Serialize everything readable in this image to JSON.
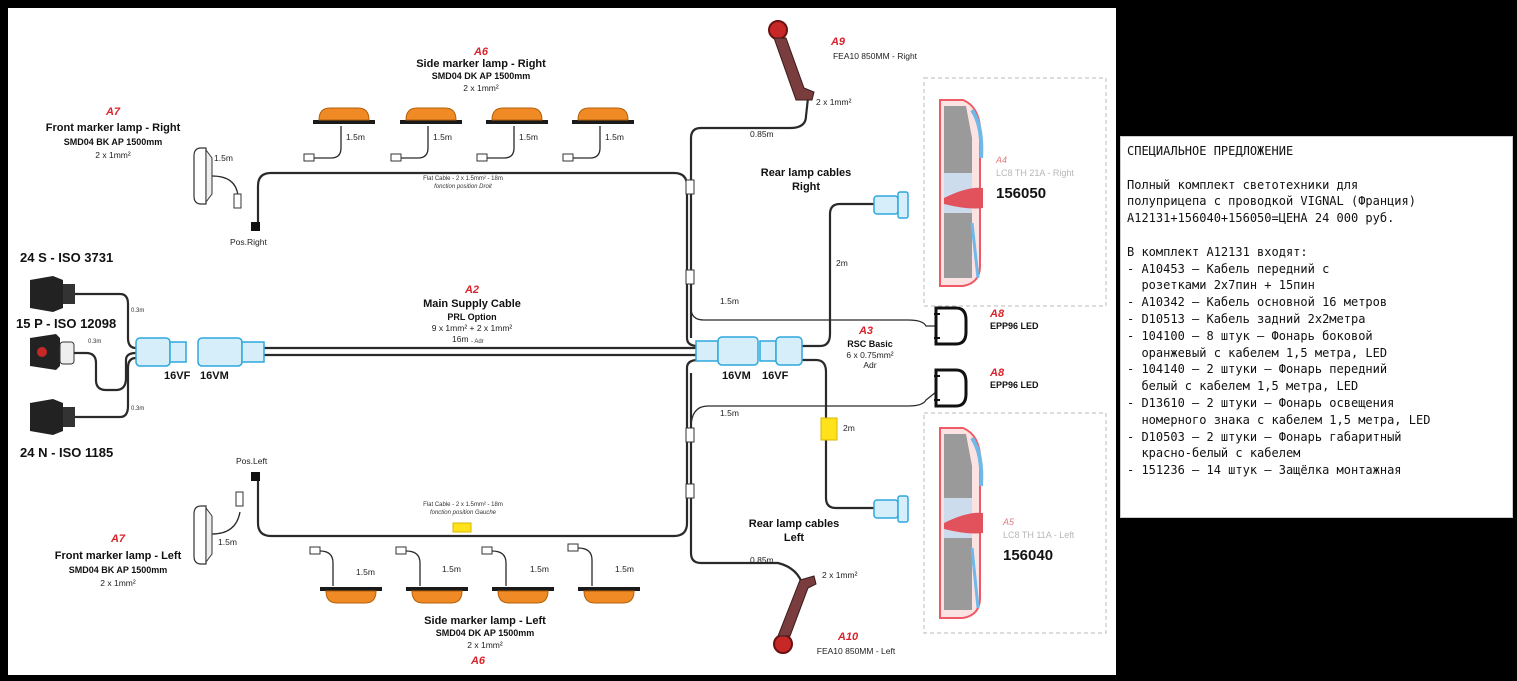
{
  "diagram": {
    "a7_right": {
      "code": "A7",
      "title": "Front marker lamp - Right",
      "model": "SMD04 BK AP 1500mm",
      "wire": "2 x 1mm²",
      "len": "1.5m"
    },
    "a6_right": {
      "code": "A6",
      "title": "Side marker lamp - Right",
      "model": "SMD04 DK AP 1500mm",
      "wire": "2 x 1mm²"
    },
    "a9": {
      "code": "A9",
      "title": "FEA10  850MM - Right",
      "wire": "2 x 1mm²",
      "len": "0.85m"
    },
    "rear_right": {
      "line1": "Rear lamp cables",
      "line2": "Right",
      "len": "2m"
    },
    "a4": {
      "code": "A4",
      "model": "LC8 TH 21A - Right",
      "part": "156050"
    },
    "a5": {
      "code": "A5",
      "model": "LC8 TH 11A - Left",
      "part": "156040"
    },
    "flat_right": {
      "line1": "Flat Cable - 2 x 1.5mm² - 18m",
      "line2": "fonction position Droit"
    },
    "flat_left": {
      "line1": "Flat Cable - 2 x 1.5mm² - 18m",
      "line2": "fonction position Gauche"
    },
    "pos_right": "Pos.Right",
    "pos_left": "Pos.Left",
    "side_len": "1.5m",
    "std_24s": "24 S - ISO 3731",
    "std_15p": "15 P - ISO 12098",
    "std_24n": "24 N - ISO 1185",
    "len_03": "0.3m",
    "a2": {
      "code": "A2",
      "title": "Main Supply Cable",
      "option": "PRL Option",
      "wire": "9 x 1mm² + 2 x 1mm²",
      "len": "16m",
      "adr": "- Adr"
    },
    "conn_16vf": "16VF",
    "conn_16vm": "16VM",
    "a3": {
      "code": "A3",
      "title": "RSC  Basic",
      "wire": "6 x 0.75mm²",
      "adr": "Adr"
    },
    "a8": {
      "code": "A8",
      "title": "EPP96 LED"
    },
    "len_15": "1.5m",
    "len_2m": "2m",
    "a7_left": {
      "code": "A7",
      "title": "Front marker lamp - Left",
      "model": "SMD04 BK AP 1500mm",
      "wire": "2 x 1mm²",
      "len": "1.5m"
    },
    "a6_left": {
      "code": "A6",
      "title": "Side marker lamp - Left",
      "model": "SMD04 DK AP 1500mm",
      "wire": "2 x 1mm²"
    },
    "rear_left": {
      "line1": "Rear lamp cables",
      "line2": "Left"
    },
    "a10": {
      "code": "A10",
      "title": "FEA10  850MM - Left",
      "wire": "2 x 1mm²",
      "len": "0.85m"
    }
  },
  "notes": {
    "lines": [
      "СПЕЦИАЛЬНОЕ ПРЕДЛОЖЕНИЕ",
      "",
      "Полный комплект светотехники для",
      "полуприцепа с проводкой VIGNAL (Франция)",
      "А12131+156040+156050=ЦЕНА 24 000 руб.",
      "",
      "В комплект А12131 входят:",
      "- A10453 – Кабель передний с",
      "  розетками 2х7пин + 15пин",
      "- A10342 – Кабель основной 16 метров",
      "- D10513 – Кабель задний 2х2метра",
      "- 104100 – 8 штук – Фонарь боковой",
      "  оранжевый с кабелем 1,5 метра, LED",
      "- 104140 – 2 штуки – Фонарь передний",
      "  белый с кабелем 1,5 метра, LED",
      "- D13610 – 2 штуки – Фонарь освещения",
      "  номерного знака с кабелем 1,5 метра, LED",
      "- D10503 – 2 штуки – Фонарь габаритный",
      "  красно-белый с кабелем",
      "- 151236 – 14 штук – Защёлка монтажная"
    ]
  }
}
